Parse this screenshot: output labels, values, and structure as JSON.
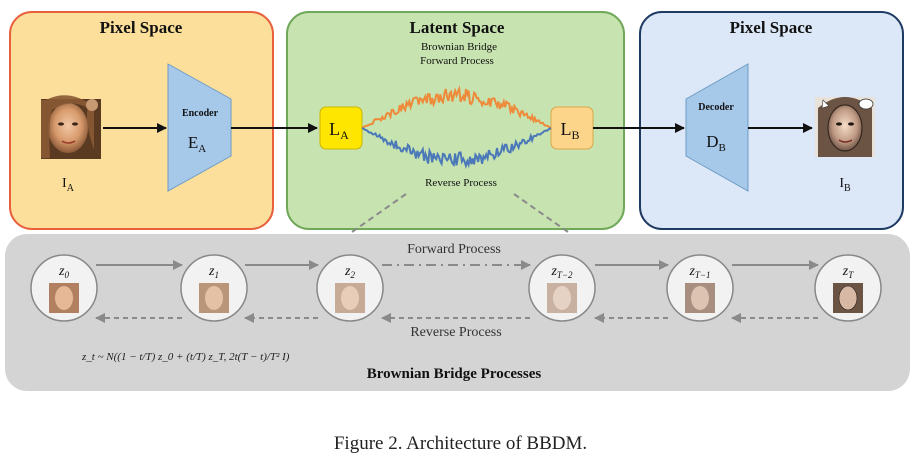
{
  "pixel_space_left": {
    "title": "Pixel Space",
    "image_label": "I",
    "image_sub": "A"
  },
  "encoder": {
    "title": "Encoder",
    "symbol": "E",
    "sub": "A"
  },
  "latent_space": {
    "title": "Latent Space",
    "bridge_line1": "Brownian Bridge",
    "bridge_line2": "Forward Process",
    "reverse_label": "Reverse Process",
    "la": {
      "symbol": "L",
      "sub": "A"
    },
    "lb": {
      "symbol": "L",
      "sub": "B"
    }
  },
  "decoder": {
    "title": "Decoder",
    "symbol": "D",
    "sub": "B"
  },
  "pixel_space_right": {
    "title": "Pixel Space",
    "image_label": "I",
    "image_sub": "B"
  },
  "bridge_panel": {
    "forward_label": "Forward Process",
    "reverse_label": "Reverse Process",
    "title": "Brownian Bridge Processes",
    "nodes": [
      {
        "symbol": "z",
        "sub": "0"
      },
      {
        "symbol": "z",
        "sub": "1"
      },
      {
        "symbol": "z",
        "sub": "2"
      },
      {
        "symbol": "z",
        "sub": "T−2"
      },
      {
        "symbol": "z",
        "sub": "T−1"
      },
      {
        "symbol": "z",
        "sub": "T"
      }
    ],
    "formula": "z_t ~ N((1 − t/T) z_0 + (t/T) z_T, 2t(T − t)/T² I)"
  },
  "colors": {
    "pixel_left_fill": "#fddf9c",
    "pixel_left_stroke": "#e8603c",
    "latent_fill": "#c7e3b0",
    "latent_stroke": "#6fa858",
    "pixel_right_fill": "#dce8f7",
    "pixel_right_stroke": "#1f3b63",
    "trapezoid_fill": "#a6c9ea",
    "la_fill": "#ffe600",
    "lb_fill": "#fcd58a",
    "forward_wave": "#ee8a3a",
    "reverse_wave": "#4a78b8",
    "bridge_panel_fill": "#d4d4d4"
  },
  "caption": "Figure 2. Architecture of BBDM."
}
